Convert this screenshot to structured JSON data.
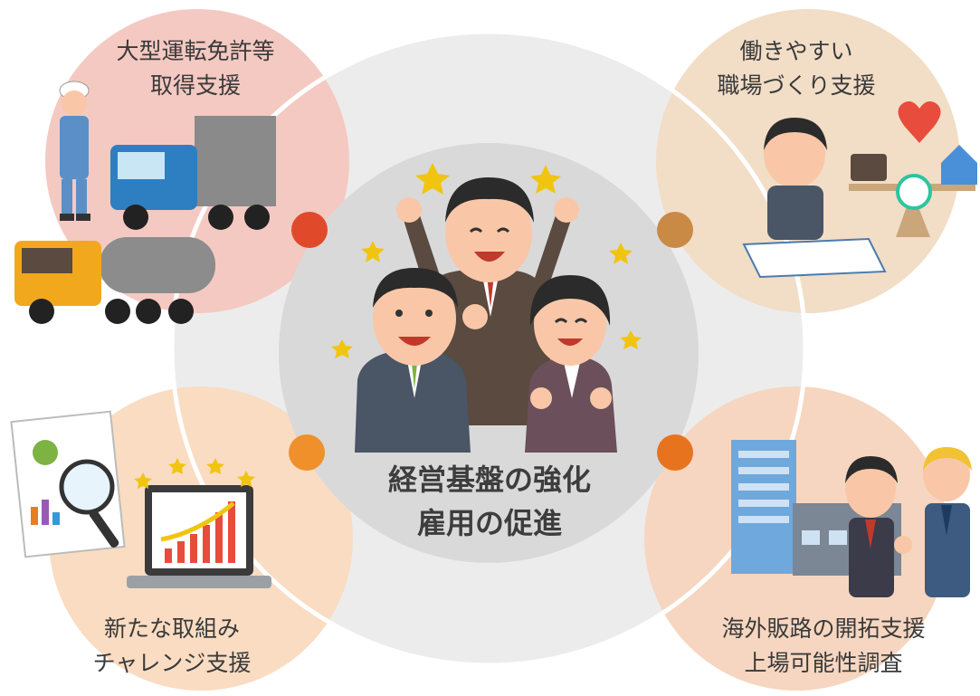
{
  "center": {
    "line1": "経営基盤の強化",
    "line2": "雇用の促進"
  },
  "topics": {
    "top_left": {
      "line1": "大型運転免許等",
      "line2": "取得支援",
      "dot_color": "#e04a2a",
      "bg_color": "#f4c9c2"
    },
    "top_right": {
      "line1": "働きやすい",
      "line2": "職場づくり支援",
      "dot_color": "#c98a45",
      "bg_color": "#f2ddc6"
    },
    "bottom_left": {
      "line1": "新たな取組み",
      "line2": "チャレンジ支援",
      "dot_color": "#f0902a",
      "bg_color": "#f9dcc2"
    },
    "bottom_right": {
      "line1": "海外販路の開拓支援",
      "line2": "上場可能性調査",
      "dot_color": "#e8731e",
      "bg_color": "#f6d6c0"
    }
  },
  "colors": {
    "outer_ring": "#ececec",
    "inner_circle": "#d9d9d9"
  }
}
